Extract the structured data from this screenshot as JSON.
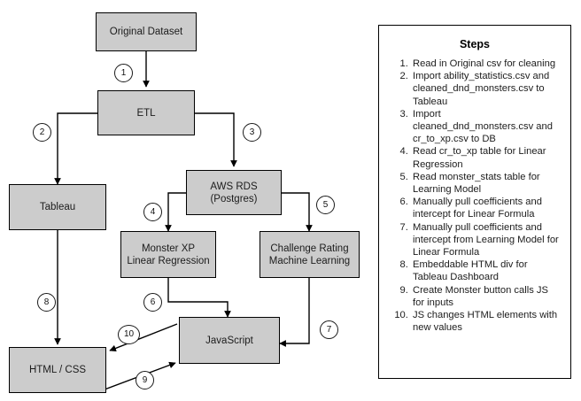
{
  "diagram": {
    "nodes": [
      {
        "id": "original-dataset",
        "label": "Original Dataset"
      },
      {
        "id": "etl",
        "label": "ETL"
      },
      {
        "id": "tableau",
        "label": "Tableau"
      },
      {
        "id": "aws-rds",
        "label": "AWS RDS\n(Postgres)"
      },
      {
        "id": "monster-xp",
        "label": "Monster XP\nLinear Regression"
      },
      {
        "id": "challenge-rating",
        "label": "Challenge Rating\nMachine Learning"
      },
      {
        "id": "javascript",
        "label": "JavaScript"
      },
      {
        "id": "html-css",
        "label": "HTML / CSS"
      }
    ],
    "edge_markers": [
      {
        "id": "edge-marker-1",
        "label": "1"
      },
      {
        "id": "edge-marker-2",
        "label": "2"
      },
      {
        "id": "edge-marker-3",
        "label": "3"
      },
      {
        "id": "edge-marker-4",
        "label": "4"
      },
      {
        "id": "edge-marker-5",
        "label": "5"
      },
      {
        "id": "edge-marker-6",
        "label": "6"
      },
      {
        "id": "edge-marker-7",
        "label": "7"
      },
      {
        "id": "edge-marker-8",
        "label": "8"
      },
      {
        "id": "edge-marker-9",
        "label": "9"
      },
      {
        "id": "edge-marker-10",
        "label": "10"
      }
    ]
  },
  "steps": {
    "title": "Steps",
    "items": [
      "Read in Original csv for cleaning",
      "Import ability_statistics.csv and cleaned_dnd_monsters.csv to Tableau",
      "Import cleaned_dnd_monsters.csv and cr_to_xp.csv to DB",
      "Read cr_to_xp table for Linear Regression",
      "Read monster_stats table for Learning Model",
      "Manually pull coefficients and intercept for Linear Formula",
      "Manually pull coefficients and intercept from Learning Model for Linear Formula",
      "Embeddable HTML div for Tableau Dashboard",
      "Create Monster button calls JS for inputs",
      "JS changes HTML elements with new values"
    ]
  },
  "colors": {
    "node_fill": "#cccccc",
    "node_stroke": "#000000",
    "connector": "#000000",
    "page_background": "#ffffff"
  }
}
